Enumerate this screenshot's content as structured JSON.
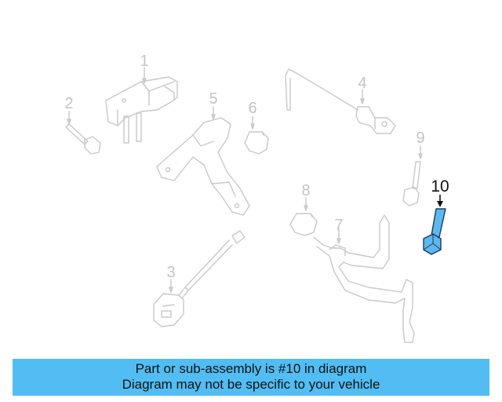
{
  "diagram": {
    "callouts": [
      "1",
      "2",
      "3",
      "4",
      "5",
      "6",
      "7",
      "8",
      "9",
      "10"
    ],
    "highlighted_callout": "10",
    "colors": {
      "part_outline": "#c8c8c8",
      "highlight_fill": "#5db8ee",
      "highlight_stroke": "#1a3a5a",
      "banner_bg": "#52bdf2"
    },
    "icon_names": [
      "pressure-sensor-icon",
      "bolt-icon",
      "oxygen-sensor-icon",
      "temp-sensor-icon",
      "bracket-icon",
      "clip-icon",
      "tube-icon",
      "clip-icon",
      "bolt-icon",
      "bolt-highlight-icon"
    ]
  },
  "banner": {
    "line1": "Part or sub-assembly is #10 in diagram",
    "line2": "Diagram may not be specific to your vehicle"
  }
}
